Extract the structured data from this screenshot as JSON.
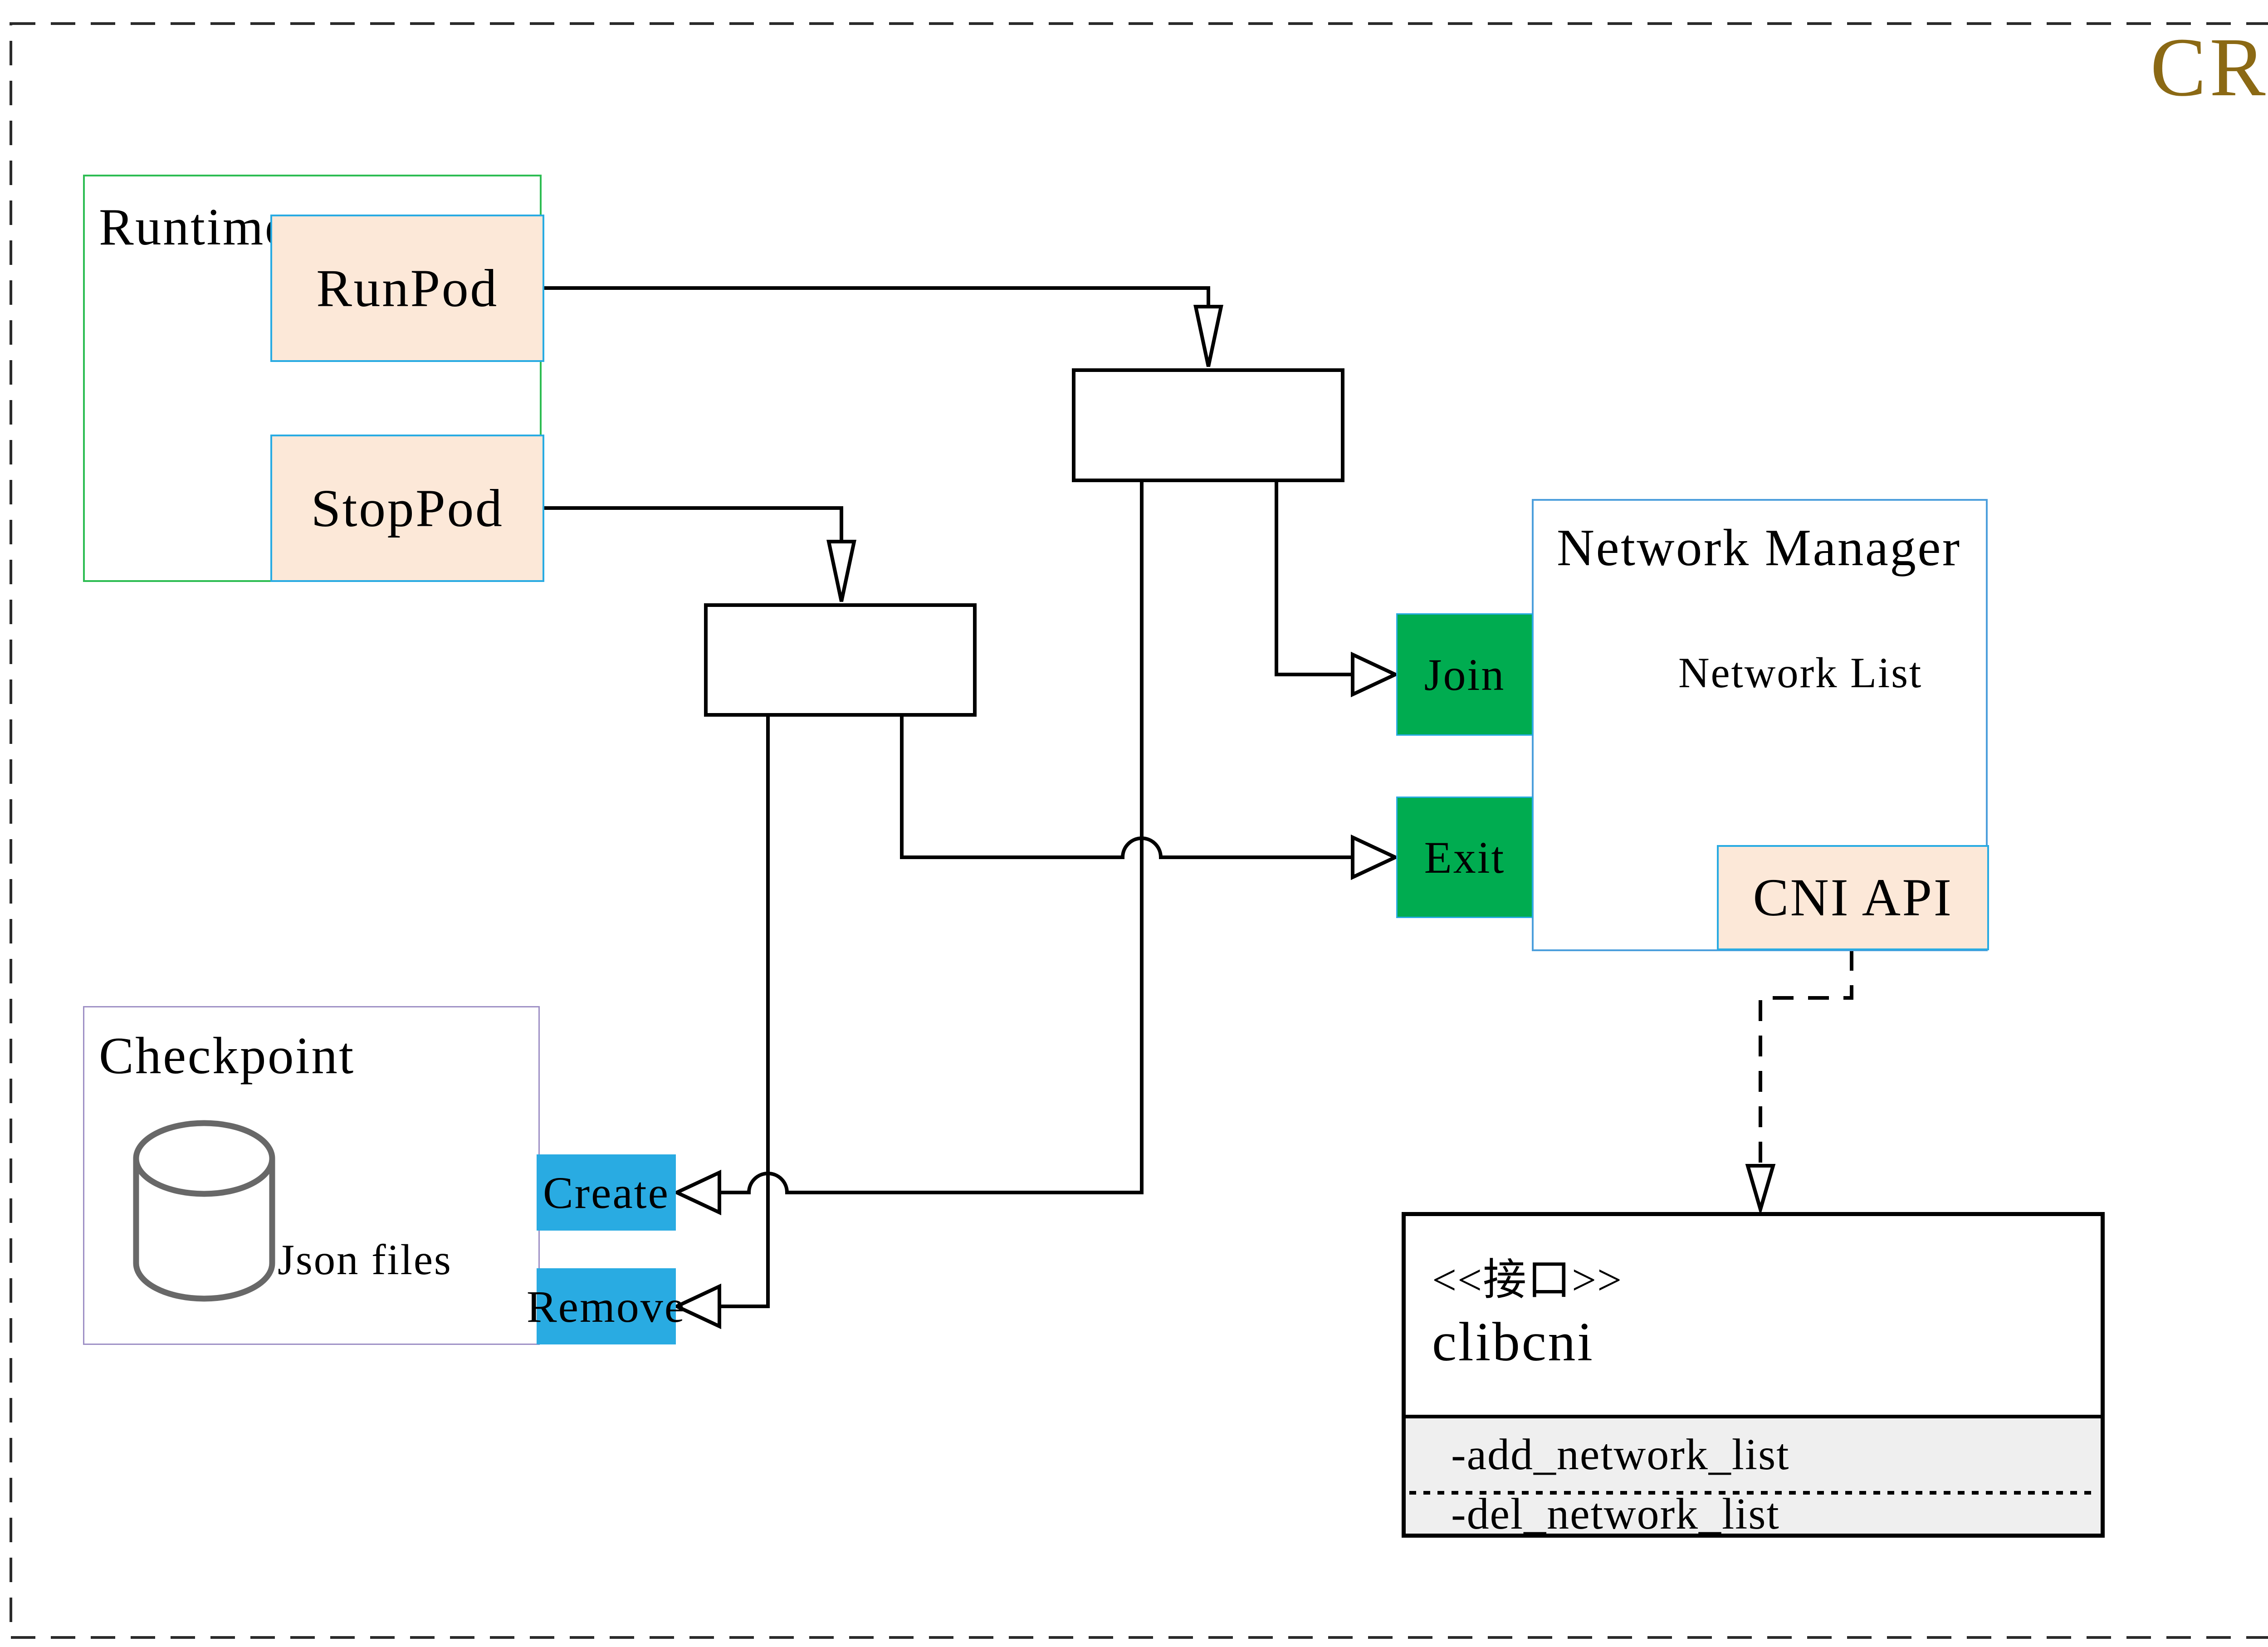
{
  "header": {
    "title": "CRI"
  },
  "runtime": {
    "title": "Runtime",
    "run_pod": "RunPod",
    "stop_pod": "StopPod"
  },
  "checkpoint": {
    "title": "Checkpoint",
    "store": "Json files",
    "create": "Create",
    "remove": "Remove"
  },
  "network_manager": {
    "title": "Network Manager",
    "store": "Network List",
    "join": "Join",
    "exit": "Exit",
    "cni_api": "CNI API"
  },
  "clibcni": {
    "stereotype": "<<接口>>",
    "name": "clibcni",
    "method_add": "-add_network_list",
    "method_del": "-del_network_list"
  },
  "colors": {
    "cri_gold": "#8B6914",
    "runtime_border_green": "#2EBD53",
    "accent_cyan": "#29ABE2",
    "peach_fill": "#FCE8D8",
    "button_green": "#00AC50",
    "checkpoint_border_purple": "#9E90C5",
    "network_manager_border_blue": "#4D9FDC",
    "cylinder_gray": "#686868",
    "methods_section_gray": "#EFEFEF"
  }
}
